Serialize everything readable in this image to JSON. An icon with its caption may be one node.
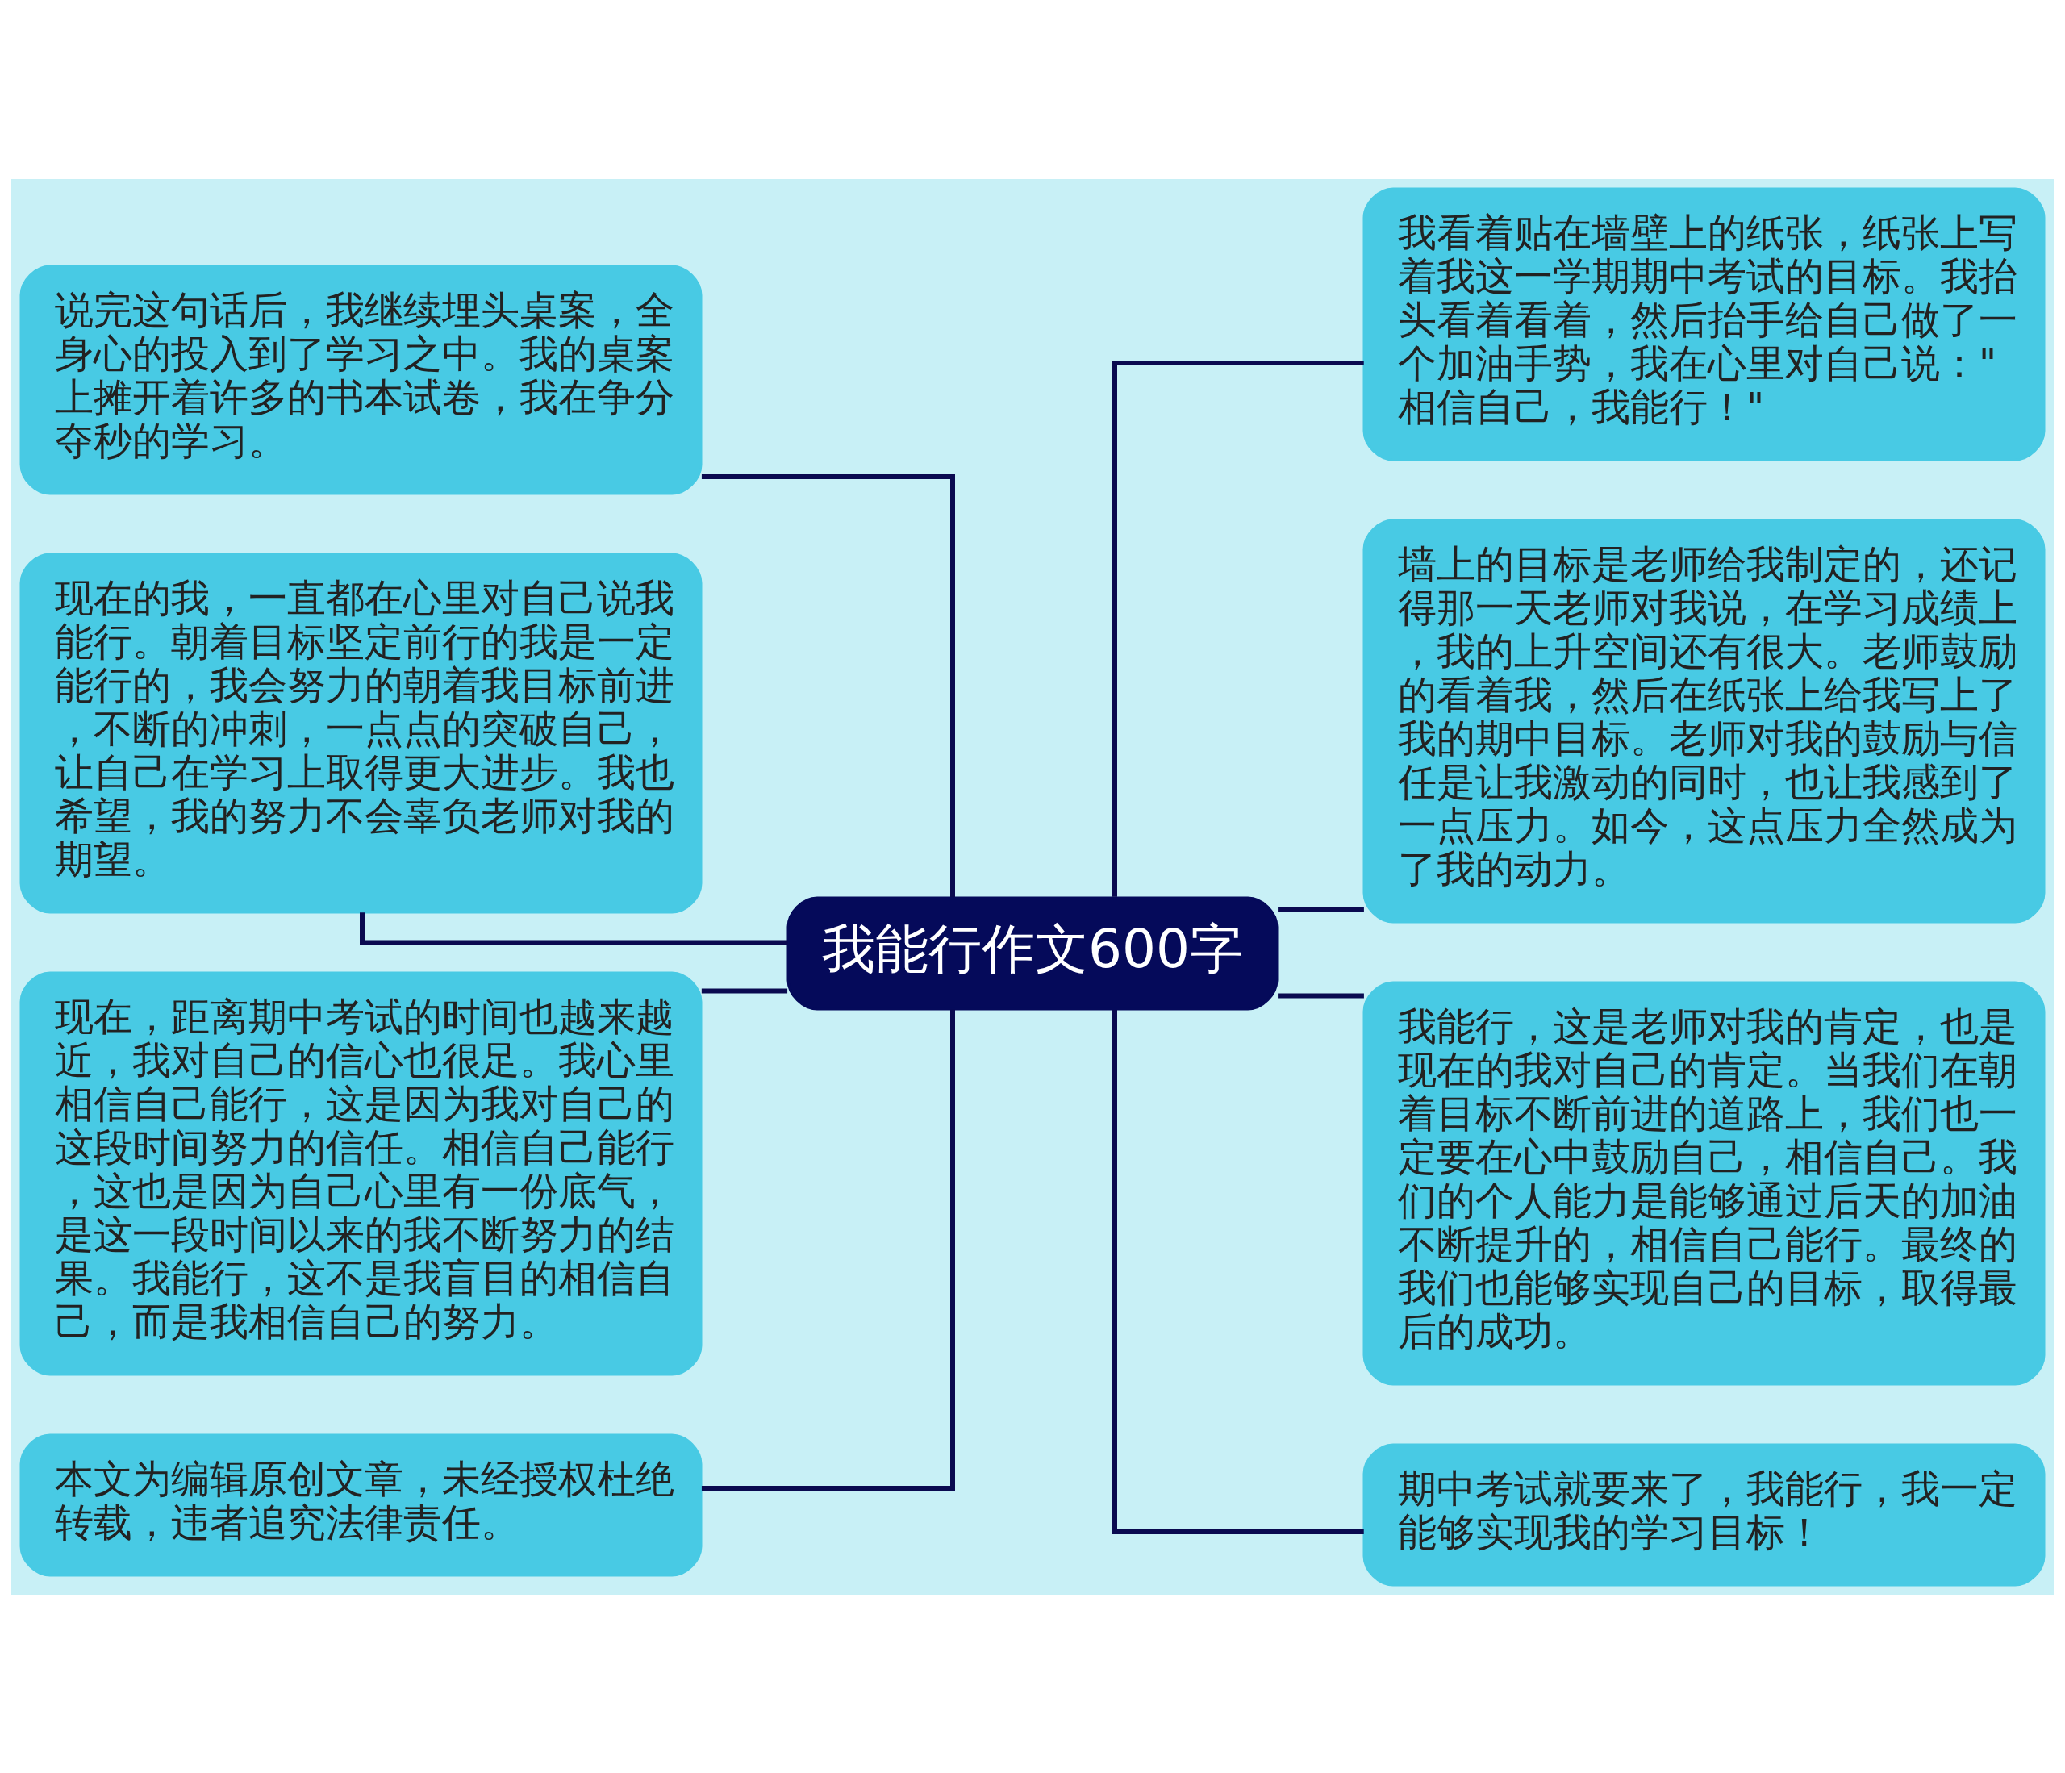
{
  "diagram": {
    "nodes": [
      {
        "text": [
          "我能行作文600字"
        ]
      },
      {
        "text": [
          "说完这句话后，我继续埋头桌案，全身心的投入到了学习之中。我的桌案上摊开着许多的书本试卷，我在争分夺秒的学习。"
        ]
      },
      {
        "text": [
          "现在的我，一直都在心里对自己说我能行。朝着目标坚定前行的我是一定能行的，我会努力的朝着我目标前进，不断的冲刺，一点点的突破自己，让自己在学习上取得更大进步。我也希望，我的努力不会辜负老师对我的期望。"
        ]
      },
      {
        "text": [
          "现在，距离期中考试的时间也越来越近，我对自己的信心也很足。我心里相信自己能行，这是因为我对自己的这段时间努力的信任。相信自己能行，这也是因为自己心里有一份底气，是这一段时间以来的我不断努力的结果。我能行，这不是我盲目的相信自己，而是我相信自己的努力。"
        ]
      },
      {
        "text": [
          "本文为编辑原创文章，未经授权杜绝转载，违者追究法律责任。"
        ]
      },
      {
        "text": [
          "我看着贴在墙壁上的纸张，纸张上写着我这一学期期中考试的目标。我抬头看着看着，然后抬手给自己做了一个加油手势，我在心里对自己说：\"相信自己，我能行！\""
        ]
      },
      {
        "text": [
          "墙上的目标是老师给我制定的，还记得那一天老师对我说，在学习成绩上，我的上升空间还有很大。老师鼓励的看着我，然后在纸张上给我写上了我的期中目标。老师对我的鼓励与信任是让我激动的同时，也让我感到了一点压力。如今，这点压力全然成为了我的动力。"
        ]
      },
      {
        "text": [
          "我能行，这是老师对我的肯定，也是现在的我对自己的肯定。当我们在朝着目标不断前进的道路上，我们也一定要在心中鼓励自己，相信自己。我们的个人能力是能够通过后天的加油不断提升的，相信自己能行。最终的我们也能够实现自己的目标，取得最后的成功。"
        ]
      },
      {
        "text": [
          "期中考试就要来了，我能行，我一定能够实现我的学习目标！"
        ]
      }
    ],
    "edges": [
      {
        "from": 0,
        "to": 1,
        "arrow": "none"
      },
      {
        "from": 0,
        "to": 2,
        "arrow": "none"
      },
      {
        "from": 0,
        "to": 3,
        "arrow": "none"
      },
      {
        "from": 0,
        "to": 4,
        "arrow": "none"
      },
      {
        "from": 0,
        "to": 5,
        "arrow": "none"
      },
      {
        "from": 0,
        "to": 6,
        "arrow": "none"
      },
      {
        "from": 0,
        "to": 7,
        "arrow": "none"
      },
      {
        "from": 0,
        "to": 8,
        "arrow": "none"
      }
    ]
  }
}
